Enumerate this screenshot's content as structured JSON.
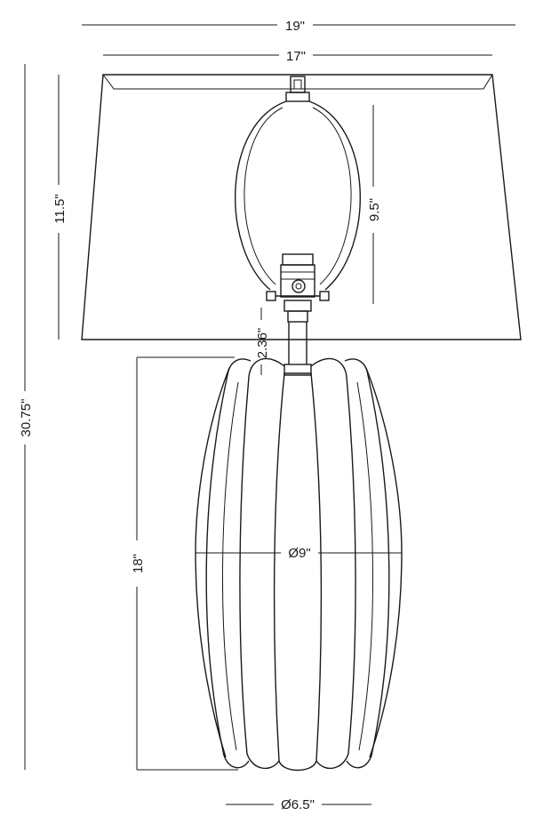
{
  "dimensions": {
    "overall_shade_width": "19\"",
    "shade_top_width": "17\"",
    "shade_height": "11.5\"",
    "harp_height": "9.5\"",
    "neck_height": "2.36\"",
    "overall_height": "30.75\"",
    "body_height": "18\"",
    "body_diameter": "Ø9\"",
    "base_diameter": "Ø6.5\""
  }
}
